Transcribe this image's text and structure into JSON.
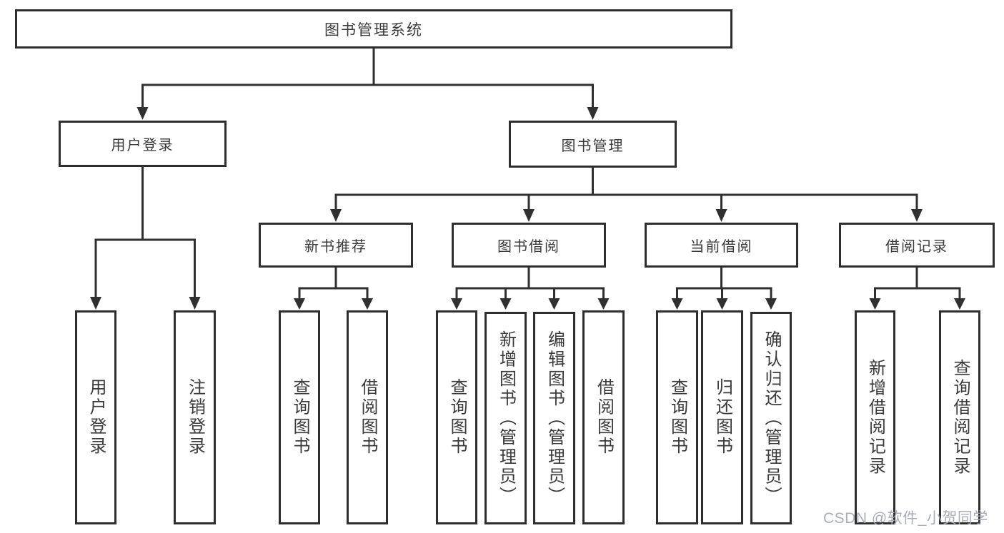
{
  "diagram": {
    "root": {
      "label": "图书管理系统"
    },
    "branches": [
      {
        "label": "用户登录",
        "children": [
          {
            "label": "用户登录"
          },
          {
            "label": "注销登录"
          }
        ]
      },
      {
        "label": "图书管理",
        "children": [
          {
            "label": "新书推荐",
            "children": [
              {
                "label": "查询图书"
              },
              {
                "label": "借阅图书"
              }
            ]
          },
          {
            "label": "图书借阅",
            "children": [
              {
                "label": "查询图书"
              },
              {
                "label": "新增图书（管理员）"
              },
              {
                "label": "编辑图书（管理员）"
              },
              {
                "label": "借阅图书"
              }
            ]
          },
          {
            "label": "当前借阅",
            "children": [
              {
                "label": "查询图书"
              },
              {
                "label": "归还图书"
              },
              {
                "label": "确认归还（管理员）"
              }
            ]
          },
          {
            "label": "借阅记录",
            "children": [
              {
                "label": "新增借阅记录"
              },
              {
                "label": "查询借阅记录"
              }
            ]
          }
        ]
      }
    ]
  },
  "watermark": {
    "text": "CSDN @软件_小贺同学"
  },
  "colors": {
    "line": "#303030",
    "border": "#2e2e2e",
    "text": "#3a3a3a",
    "watermark": "#a5a9b0",
    "background": "#ffffff"
  }
}
